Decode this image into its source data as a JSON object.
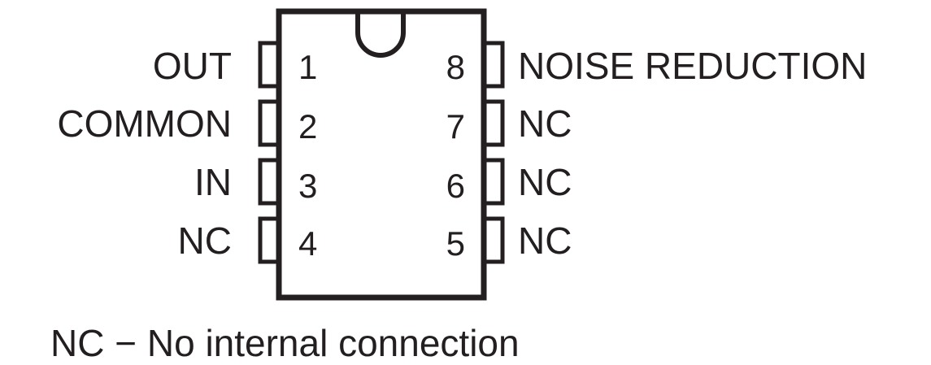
{
  "package": {
    "left_pins": [
      {
        "number": "1",
        "label": "OUT"
      },
      {
        "number": "2",
        "label": "COMMON"
      },
      {
        "number": "3",
        "label": "IN"
      },
      {
        "number": "4",
        "label": "NC"
      }
    ],
    "right_pins": [
      {
        "number": "8",
        "label": "NOISE REDUCTION"
      },
      {
        "number": "7",
        "label": "NC"
      },
      {
        "number": "6",
        "label": "NC"
      },
      {
        "number": "5",
        "label": "NC"
      }
    ]
  },
  "footnote": "NC − No internal connection"
}
